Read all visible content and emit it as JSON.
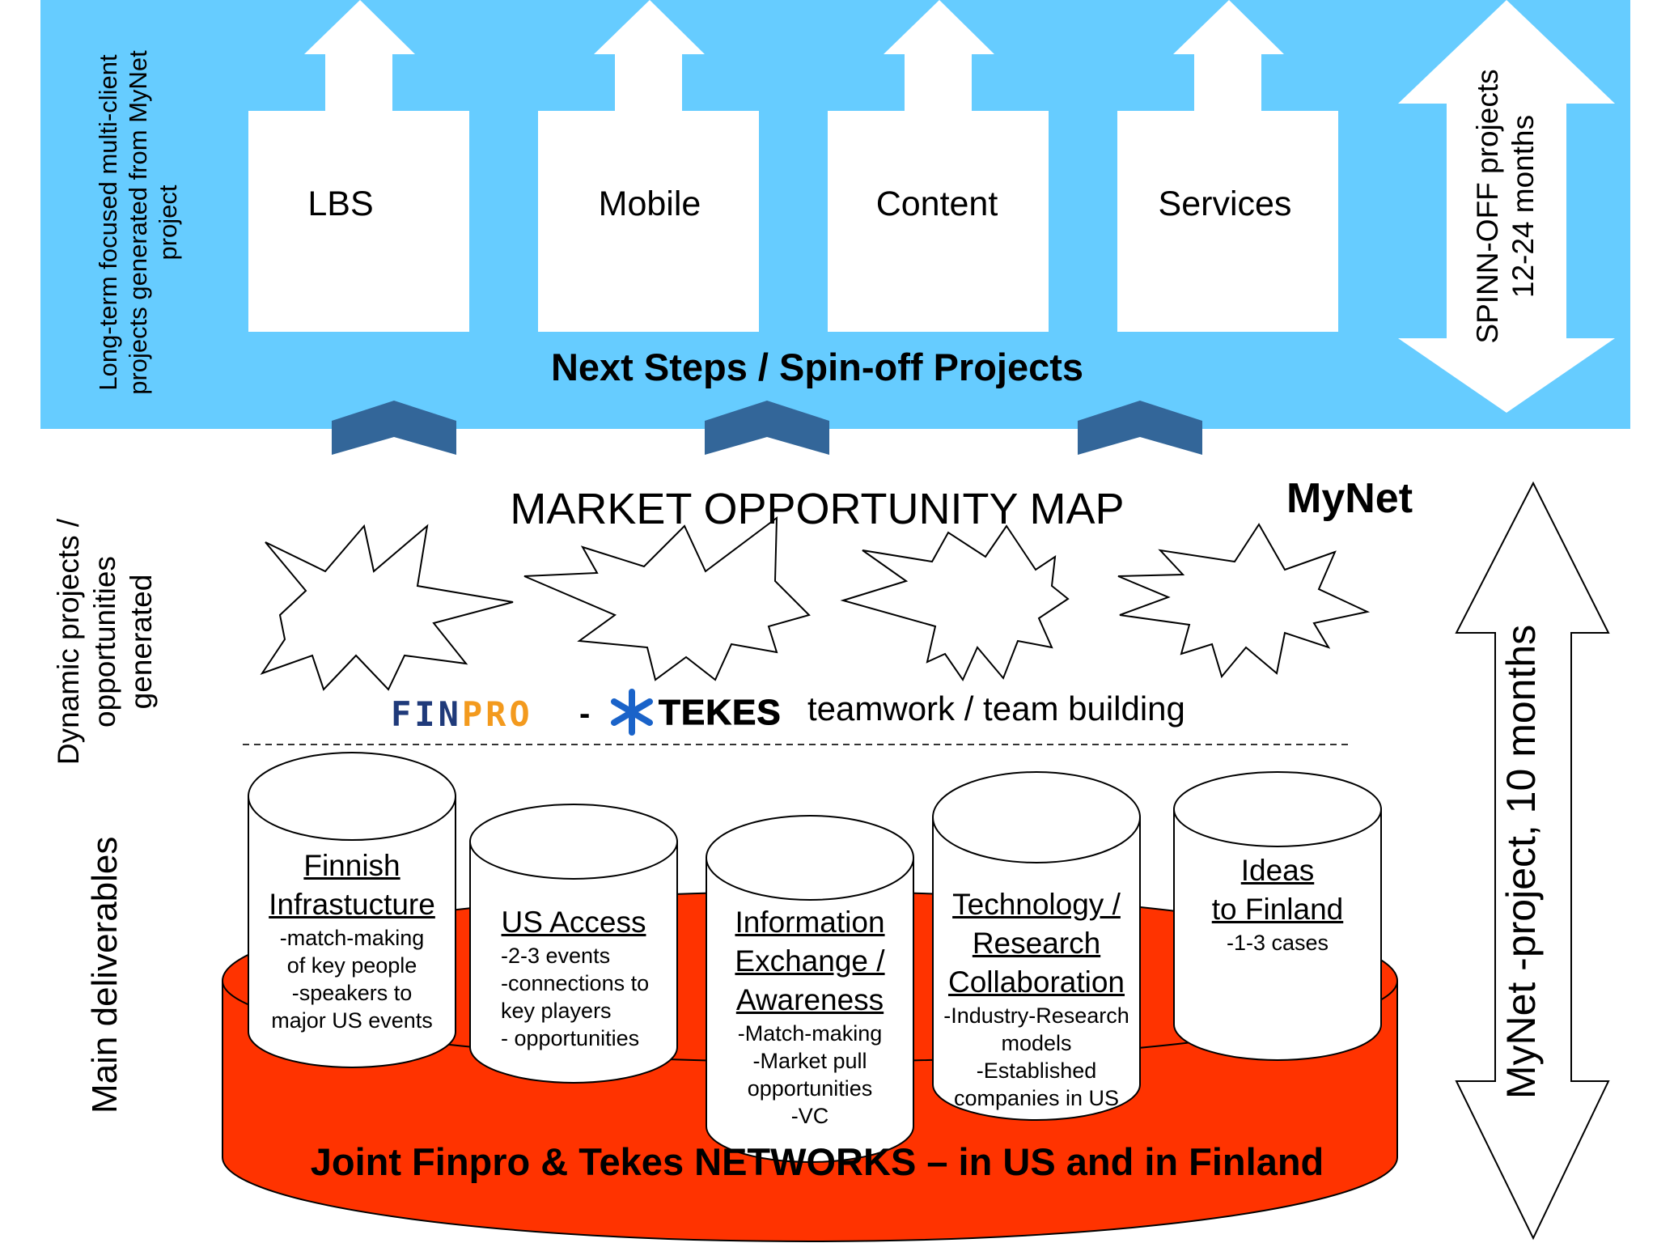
{
  "top_band": {
    "side_label": "Long-term focused multi-client projects generated from MyNet project",
    "boxes": [
      "LBS",
      "Mobile",
      "Content",
      "Services"
    ],
    "caption": "Next Steps / Spin-off Projects",
    "spinoff_label_line1": "SPINN-OFF projects",
    "spinoff_label_line2": "12-24 months"
  },
  "middle": {
    "side_label": "Dynamic projects / opportunities generated",
    "map_title": "MARKET OPPORTUNITY MAP",
    "brand": "MyNet",
    "logo_finpro": "FINPRO",
    "logo_dash": "-",
    "logo_tekes": "TEKES",
    "teamwork": "teamwork / team building"
  },
  "bottom": {
    "side_label": "Main deliverables",
    "cylinders": [
      {
        "title": [
          "Finnish",
          "Infrastucture"
        ],
        "items": [
          "-match-making",
          "of key people",
          "-speakers to",
          "major US events"
        ]
      },
      {
        "title": [
          "US Access"
        ],
        "items": [
          "-2-3 events",
          "-connections to",
          "key players",
          "- opportunities"
        ]
      },
      {
        "title": [
          "Information",
          "Exchange /",
          "Awareness"
        ],
        "items": [
          "-Match-making",
          "-Market pull",
          "opportunities",
          "-VC"
        ]
      },
      {
        "title": [
          "Technology /",
          "Research",
          "Collaboration"
        ],
        "items": [
          "-Industry-Research",
          "models",
          "-Established",
          "companies in US"
        ]
      },
      {
        "title": [
          "Ideas",
          "to Finland"
        ],
        "items": [
          "-1-3 cases"
        ]
      }
    ],
    "platform_label": "Joint Finpro & Tekes NETWORKS – in US and in Finland",
    "duration_label": "MyNet -project, 10 months"
  },
  "colors": {
    "sky_blue": "#66ccff",
    "chevron_blue": "#336699",
    "platform_red": "#ff3300",
    "finpro_navy": "#1f3a7a",
    "finpro_orange": "#f39a1e",
    "tekes_blue": "#1a63c9"
  }
}
